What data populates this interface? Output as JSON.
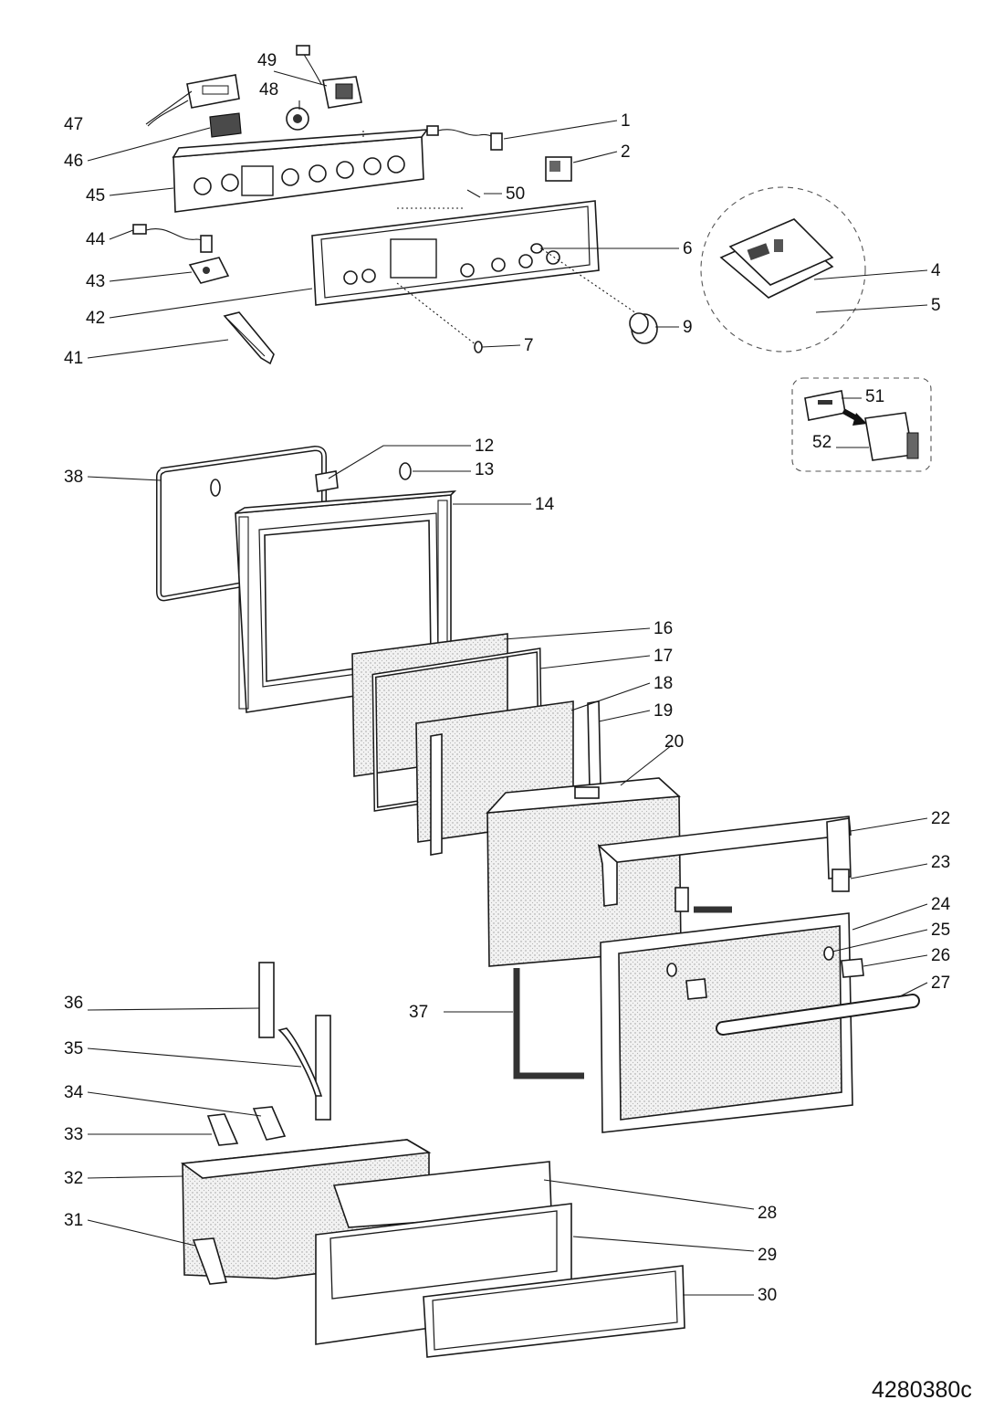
{
  "diagram_code": "4280380c",
  "callouts": {
    "c1": "1",
    "c2": "2",
    "c4": "4",
    "c5": "5",
    "c6": "6",
    "c7": "7",
    "c9": "9",
    "c12": "12",
    "c13": "13",
    "c14": "14",
    "c16": "16",
    "c17": "17",
    "c18": "18",
    "c19": "19",
    "c20": "20",
    "c22": "22",
    "c23": "23",
    "c24": "24",
    "c25": "25",
    "c26": "26",
    "c27": "27",
    "c28": "28",
    "c29": "29",
    "c30": "30",
    "c31": "31",
    "c32": "32",
    "c33": "33",
    "c34": "34",
    "c35": "35",
    "c36": "36",
    "c37": "37",
    "c38": "38",
    "c41": "41",
    "c42": "42",
    "c43": "43",
    "c44": "44",
    "c45": "45",
    "c46": "46",
    "c47": "47",
    "c48": "48",
    "c49": "49",
    "c50": "50",
    "c51": "51",
    "c52": "52"
  }
}
